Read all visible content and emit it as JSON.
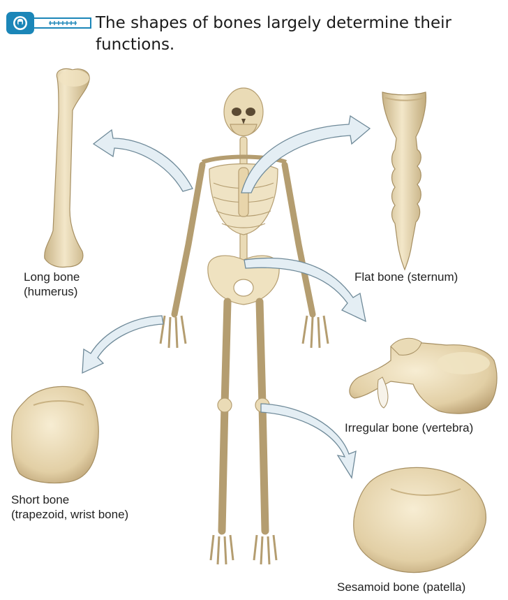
{
  "header": {
    "icon": "lock-key-icon",
    "caption": "The shapes of bones largely determine their functions."
  },
  "labels": {
    "long_line1": "Long bone",
    "long_line2": "(humerus)",
    "flat": "Flat bone (sternum)",
    "irregular": "Irregular bone (vertebra)",
    "short_line1": "Short bone",
    "short_line2": "(trapezoid, wrist bone)",
    "sesamoid": "Sesamoid bone (patella)"
  },
  "colors": {
    "bone": "#e8d8b2",
    "bone_shadow": "#b9a57c",
    "arrow_fill": "#e4eef4",
    "arrow_stroke": "#6f8a99",
    "badge": "#1b86b8"
  }
}
